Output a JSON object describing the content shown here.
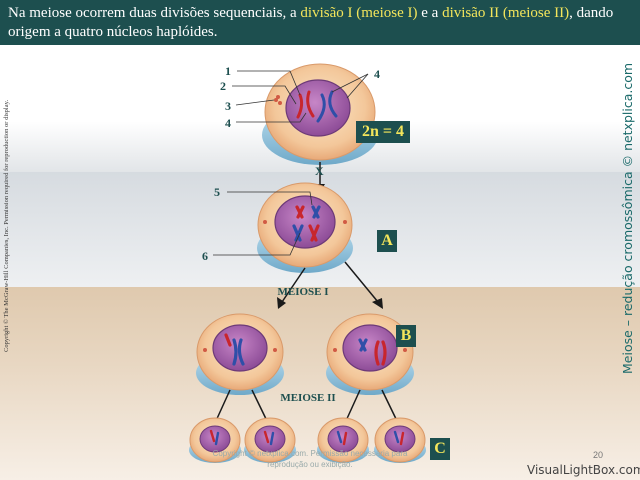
{
  "header": {
    "part1": "Na meiose ocorrem duas divisões sequenciais, a ",
    "hl1": "divisão I (meiose I)",
    "part2": " e a ",
    "hl2": "divisão II (meiose II)",
    "part3": ", dando origem a quatro núcleos haplóides."
  },
  "diagram": {
    "callouts": [
      "1",
      "2",
      "3",
      "4",
      "4",
      "5",
      "6"
    ],
    "ploidy_label": "2n = 4",
    "x_label": "X",
    "meiose1_label": "MEIOSE I",
    "meiose2_label": "MEIOSE II",
    "stage_a": "A",
    "stage_b": "B",
    "stage_c": "C"
  },
  "copyright": "Copyright © The McGraw-Hill Companies, Inc. Permission required for reproduction or display.",
  "side_caption": "Meiose – redução cromossômica © netxplica.com",
  "page_number": "20",
  "watermark": "Copyright © netxplica.com. Permissão necessária para reprodução ou exibição.",
  "footer_brand": "VisualLightBox.com",
  "colors": {
    "header_bg": "#1d4f4f",
    "highlight": "#f3e55b",
    "chrom_red": "#c8262d",
    "chrom_blue": "#2f4fa8"
  }
}
